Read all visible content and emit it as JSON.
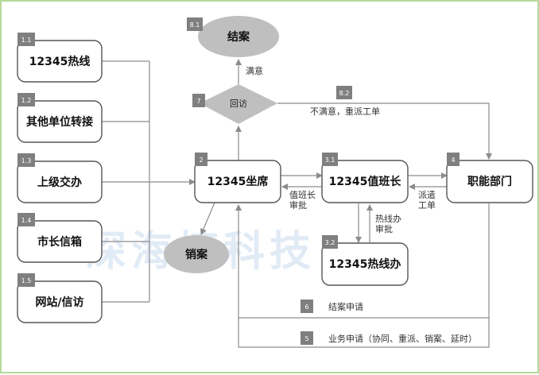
{
  "watermark": "深海捷科技",
  "sources": [
    {
      "tag": "1.1",
      "label": "12345热线"
    },
    {
      "tag": "1.2",
      "label": "其他单位转接"
    },
    {
      "tag": "1.3",
      "label": "上级交办"
    },
    {
      "tag": "1.4",
      "label": "市长信箱"
    },
    {
      "tag": "1.5",
      "label": "网站/信访"
    }
  ],
  "nodes": {
    "seat": {
      "tag": "2",
      "label": "12345坐席"
    },
    "duty": {
      "tag": "3.1",
      "label": "12345值班长"
    },
    "office": {
      "tag": "3.2",
      "label": "12345热线办"
    },
    "dept": {
      "tag": "4",
      "label": "职能部门"
    },
    "close": {
      "tag": "8.1",
      "label": "结案"
    },
    "cancel": {
      "label": "销案"
    },
    "revisit": {
      "tag": "7",
      "label": "回访"
    }
  },
  "edges": {
    "satisfied": "满意",
    "unsatisfied_tag": "8.2",
    "unsatisfied": "不满意，重派工单",
    "duty_review_1": "值班长",
    "duty_review_2": "审批",
    "dispatch_1": "派遣",
    "dispatch_2": "工单",
    "office_review_1": "热线办",
    "office_review_2": "审批",
    "close_request_tag": "6",
    "close_request": "结案申请",
    "biz_request_tag": "5",
    "biz_request": "业务申请（协同、重派、销案、延时）"
  },
  "colors": {
    "tag_bg": "#7f7f7f",
    "ellipse_fill": "#bfbfbf",
    "line": "#8c8c8c",
    "border": "#b6d99c"
  }
}
